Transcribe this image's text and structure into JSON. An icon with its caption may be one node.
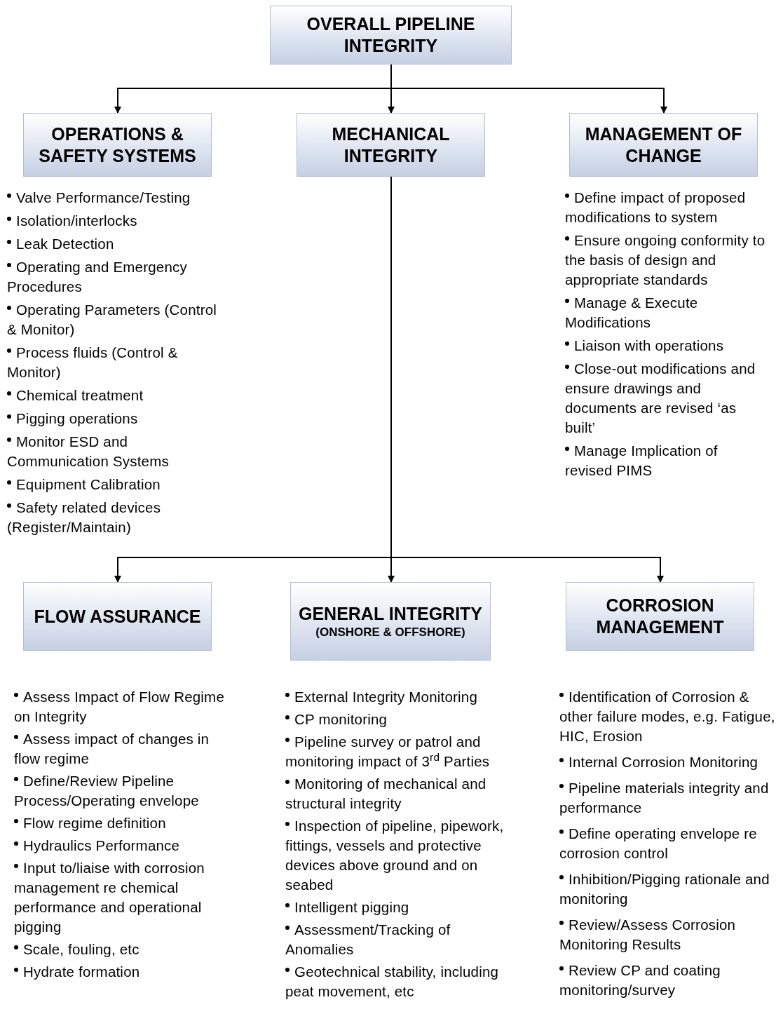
{
  "diagram": {
    "nodes": [
      {
        "text": [
          "OVERALL PIPELINE INTEGRITY"
        ]
      },
      {
        "text": [
          "OPERATIONS & SAFETY SYSTEMS"
        ],
        "beside": [
          "Valve Performance/Testing",
          "Isolation/interlocks",
          "Leak Detection",
          "Operating and Emergency Procedures",
          "Operating Parameters (Control & Monitor)",
          "Process fluids (Control & Monitor)",
          "Chemical treatment",
          "Pigging operations",
          "Monitor ESD and Communication Systems",
          "Equipment Calibration",
          "Safety related devices (Register/Maintain)"
        ]
      },
      {
        "text": [
          "MECHANICAL INTEGRITY"
        ]
      },
      {
        "text": [
          "MANAGEMENT OF CHANGE"
        ],
        "beside": [
          "Define impact of proposed modifications to system",
          "Ensure ongoing conformity to the basis of design and appropriate standards",
          "Manage & Execute Modifications",
          "Liaison with operations",
          "Close-out modifications and ensure drawings and documents are revised ‘as built’",
          "Manage Implication of revised PIMS"
        ]
      },
      {
        "text": [
          "FLOW ASSURANCE"
        ],
        "beside": [
          "Assess Impact of Flow Regime on Integrity",
          "Assess impact of changes in flow regime",
          "Define/Review Pipeline Process/Operating envelope",
          "Flow regime definition",
          "Hydraulics Performance",
          "Input to/liaise with corrosion management re chemical performance and operational pigging",
          "Scale, fouling, etc",
          "Hydrate formation"
        ]
      },
      {
        "text": [
          "GENERAL INTEGRITY",
          "(ONSHORE & OFFSHORE)"
        ],
        "beside": [
          "External Integrity Monitoring",
          "CP monitoring",
          "Pipeline survey or patrol and monitoring impact of 3$^{rd}$ Parties",
          "Monitoring of mechanical and structural integrity",
          "Inspection of pipeline, pipework, fittings, vessels and protective devices above ground and on seabed",
          "Intelligent pigging",
          "Assessment/Tracking of Anomalies",
          "Geotechnical stability, including peat movement, etc"
        ]
      },
      {
        "text": [
          "CORROSION MANAGEMENT"
        ],
        "beside": [
          "Identification of Corrosion & other failure modes, e.g. Fatigue, HIC, Erosion",
          "Internal Corrosion Monitoring",
          "Pipeline materials integrity and performance",
          "Define operating envelope re corrosion control",
          "Inhibition/Pigging rationale and monitoring",
          "Review/Assess Corrosion Monitoring Results",
          "Review CP and coating monitoring/survey"
        ]
      }
    ],
    "edges": [
      {
        "from": 0,
        "to": 1,
        "arrow": "to"
      },
      {
        "from": 0,
        "to": 2,
        "arrow": "to"
      },
      {
        "from": 0,
        "to": 3,
        "arrow": "to"
      },
      {
        "from": 2,
        "to": 4,
        "arrow": "to"
      },
      {
        "from": 2,
        "to": 5,
        "arrow": "to"
      },
      {
        "from": 2,
        "to": 6,
        "arrow": "to"
      }
    ]
  }
}
